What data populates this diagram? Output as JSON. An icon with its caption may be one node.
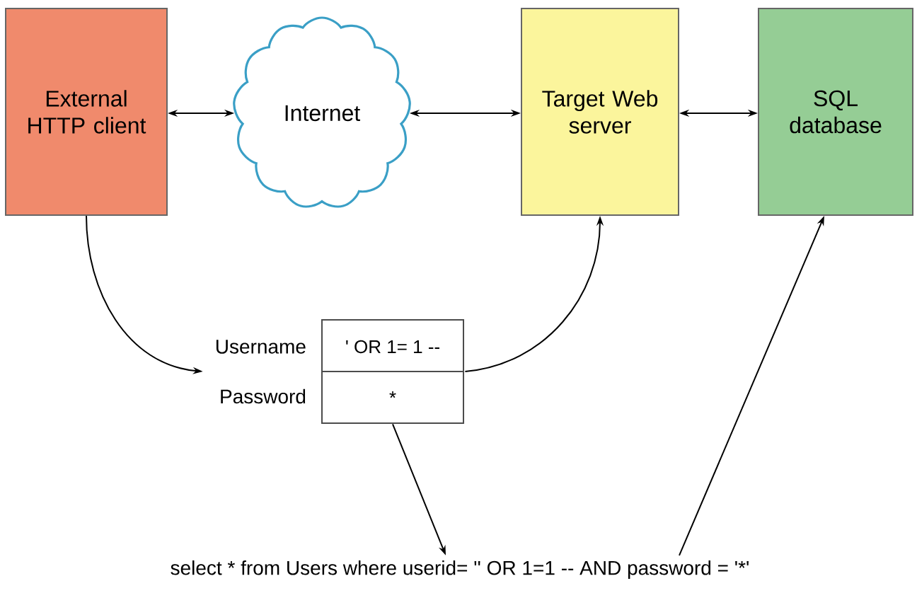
{
  "diagram": {
    "nodes": [
      {
        "text": [
          "External HTTP client"
        ]
      },
      {
        "text": [
          "Internet"
        ]
      },
      {
        "text": [
          "Target Web server"
        ]
      },
      {
        "text": [
          "SQL database"
        ]
      },
      {
        "text": [
          "Username",
          "' OR 1= 1 --",
          "Password",
          "*"
        ]
      },
      {
        "text": [
          "select * from Users where userid= '' OR 1=1 -- AND password = '*'"
        ]
      }
    ],
    "edges": [
      {
        "from": 0,
        "to": 1,
        "arrow": "both"
      },
      {
        "from": 1,
        "to": 2,
        "arrow": "both"
      },
      {
        "from": 2,
        "to": 3,
        "arrow": "both"
      },
      {
        "from": 0,
        "to": 4,
        "arrow": "to"
      },
      {
        "from": 4,
        "to": 2,
        "arrow": "to"
      },
      {
        "from": 4,
        "to": 5,
        "arrow": "to"
      },
      {
        "from": 5,
        "to": 3,
        "arrow": "to"
      }
    ]
  }
}
